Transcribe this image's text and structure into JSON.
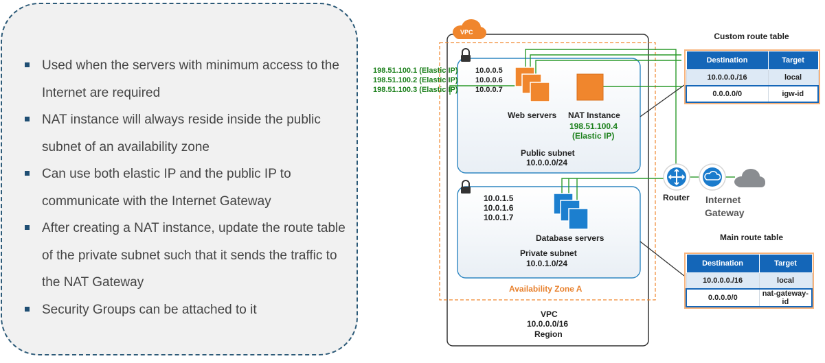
{
  "bullets": [
    "Used when the servers with minimum access to the Internet are required",
    "NAT instance will always reside inside the public subnet of an availability zone",
    "Can use both elastic IP and the public IP to communicate with the Internet Gateway",
    "After creating a NAT instance, update the route table of the private subnet such that it sends the traffic to the NAT Gateway",
    "Security Groups can be attached to it"
  ],
  "diagram": {
    "vpc_badge": "VPC",
    "elastic_ips": [
      "198.51.100.1 (Elastic IP)",
      "198.51.100.2 (Elastic IP)",
      "198.51.100.3 (Elastic IP)"
    ],
    "public_ips": [
      "10.0.0.5",
      "10.0.0.6",
      "10.0.0.7"
    ],
    "web_servers_label": "Web servers",
    "nat_instance": {
      "label": "NAT Instance",
      "ip": "198.51.100.4",
      "ip_note": "(Elastic IP)"
    },
    "public_subnet": {
      "label": "Public subnet",
      "cidr": "10.0.0.0/24"
    },
    "private_ips": [
      "10.0.1.5",
      "10.0.1.6",
      "10.0.1.7"
    ],
    "database_servers_label": "Database servers",
    "private_subnet": {
      "label": "Private subnet",
      "cidr": "10.0.1.0/24"
    },
    "availability_zone": "Availability Zone A",
    "vpc": {
      "label": "VPC",
      "cidr": "10.0.0.0/16",
      "region": "Region"
    },
    "router_label": "Router",
    "internet_gateway": {
      "line1": "Internet",
      "line2": "Gateway"
    }
  },
  "custom_route_table": {
    "title": "Custom route table",
    "headers": [
      "Destination",
      "Target"
    ],
    "rows": [
      [
        "10.0.0.0./16",
        "local"
      ],
      [
        "0.0.0.0/0",
        "igw-id"
      ]
    ]
  },
  "main_route_table": {
    "title": "Main route table",
    "headers": [
      "Destination",
      "Target"
    ],
    "rows": [
      [
        "10.0.0.0./16",
        "local"
      ],
      [
        "0.0.0.0/0",
        "nat-gateway-id"
      ]
    ]
  },
  "colors": {
    "accent_blue": "#1466b8",
    "orange": "#f0862d",
    "green": "#1a7f1a",
    "navy": "#1f4e73"
  }
}
